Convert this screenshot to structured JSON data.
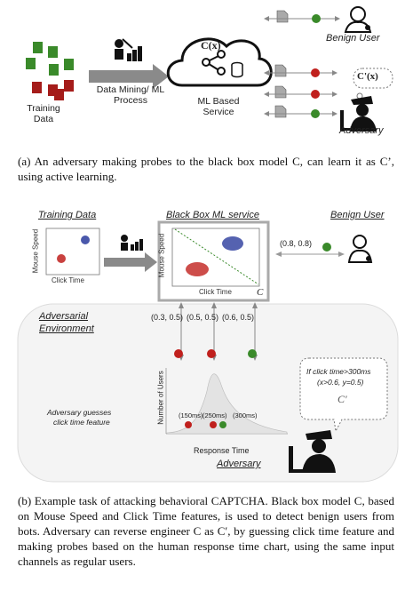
{
  "panel_a": {
    "training_label": "Training Data",
    "process_label": "Data Mining/ ML Process",
    "model_label": "C(x)",
    "service_label": "ML Based Service",
    "benign_label": "Benign User",
    "adversary_model": "C'(x)",
    "adversary_label": "Adversary",
    "caption_a": "(a) An adversary making probes to the black box model C, can learn it as C’, using active learning."
  },
  "panel_b": {
    "training_title": "Training Data",
    "blackbox_title": "Black Box ML service",
    "benign_title": "Benign User",
    "ylabel_left": "Mouse Speed",
    "xlabel_left": "Click Time",
    "ylabel_mid": "Mouse Speed",
    "xlabel_mid": "Click Time",
    "c_label": "C",
    "benign_coord": "(0.8, 0.8)",
    "adv_env_line1": "Adversarial",
    "adv_env_line2": "Environment",
    "probe1": "(0.3, 0.5)",
    "probe2": "(0.5, 0.5)",
    "probe3": "(0.6, 0.5)",
    "chart_ylabel": "Number of Users",
    "chart_xlabel": "Response Time",
    "ms1": "(150ms)",
    "ms2": "(250ms)",
    "ms3": "(300ms)",
    "guess_line1": "Adversary guesses",
    "guess_line2": "click time feature",
    "rule_line1": "If click time>300ms",
    "rule_line2": "(x>0.6, y=0.5)",
    "c_prime": "C'",
    "adversary_label": "Adversary",
    "caption_b": "(b) Example task of attacking behavioral CAPTCHA. Black box model C, based on Mouse Speed and Click Time features, is used to detect benign users from bots. Adversary can reverse engineer C as C′, by guessing click time feature and making probes based on the human response time chart, using the same input channels as regular users."
  },
  "colors": {
    "green": "#3a8a2a",
    "red": "#c0201d",
    "blue": "#2a3b9c",
    "gray": "#8a8a8a"
  }
}
